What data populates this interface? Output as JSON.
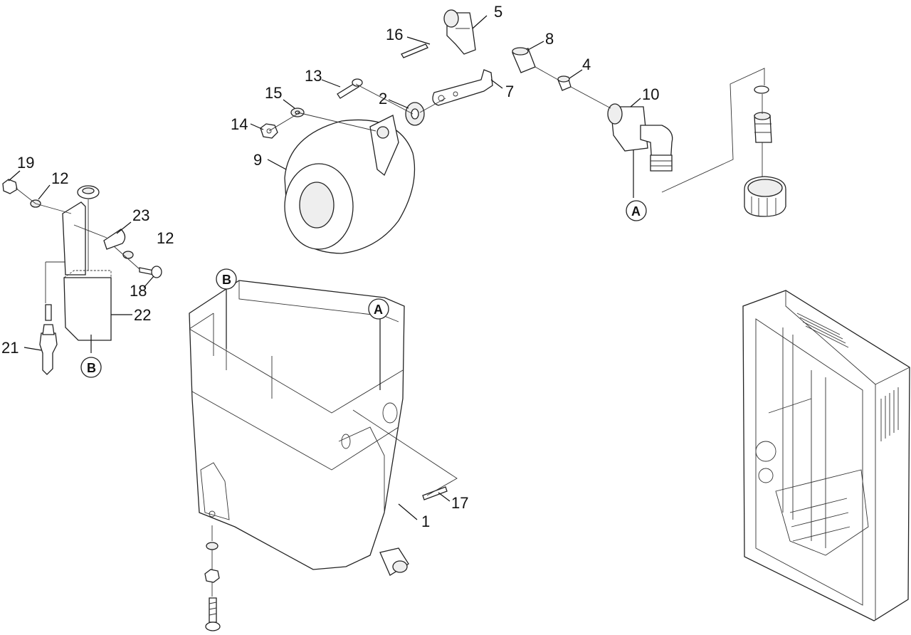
{
  "labels": {
    "p1": "1",
    "p2": "2",
    "p4": "4",
    "p5": "5",
    "p7": "7",
    "p8": "8",
    "p9": "9",
    "p10": "10",
    "p12a": "12",
    "p12b": "12",
    "p13": "13",
    "p14": "14",
    "p15": "15",
    "p16": "16",
    "p17": "17",
    "p18": "18",
    "p19": "19",
    "p21": "21",
    "p22": "22",
    "p23": "23"
  },
  "refs": {
    "a1": "A",
    "a2": "A",
    "b1": "B",
    "b2": "B"
  }
}
